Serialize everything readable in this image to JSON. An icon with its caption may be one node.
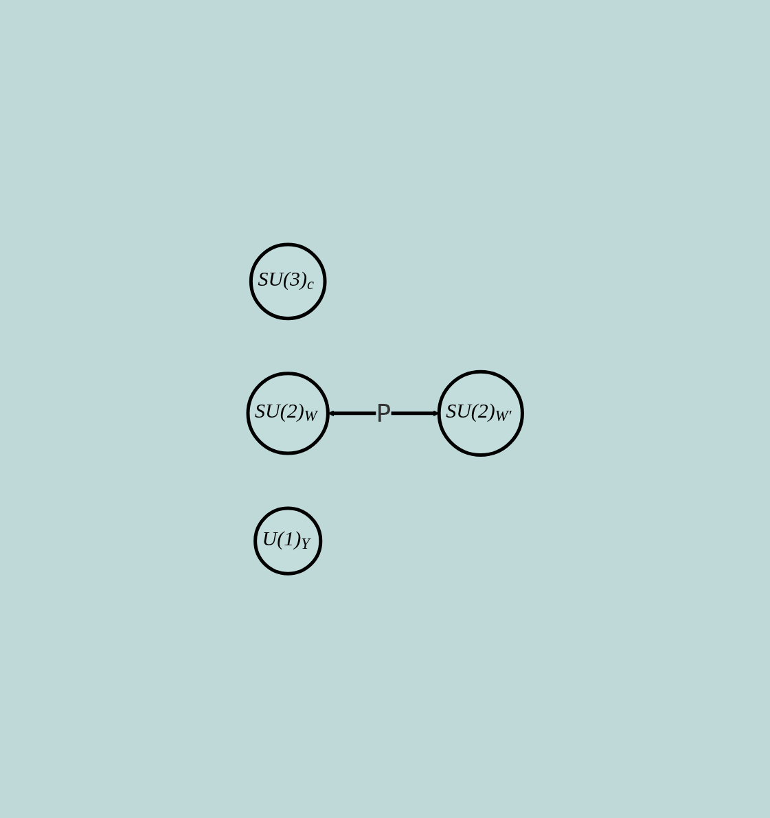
{
  "diagram": {
    "nodes": [
      {
        "text": [
          "SU(3)$_{c}$"
        ]
      },
      {
        "text": [
          "SU(2)$_{W}$"
        ]
      },
      {
        "text": [
          "SU(2)$_{W′}$"
        ]
      },
      {
        "text": [
          "U(1)$_{Y}$"
        ]
      }
    ],
    "edges": [
      {
        "from": 1,
        "to": 2,
        "arrow": "both",
        "label": "P"
      }
    ]
  }
}
